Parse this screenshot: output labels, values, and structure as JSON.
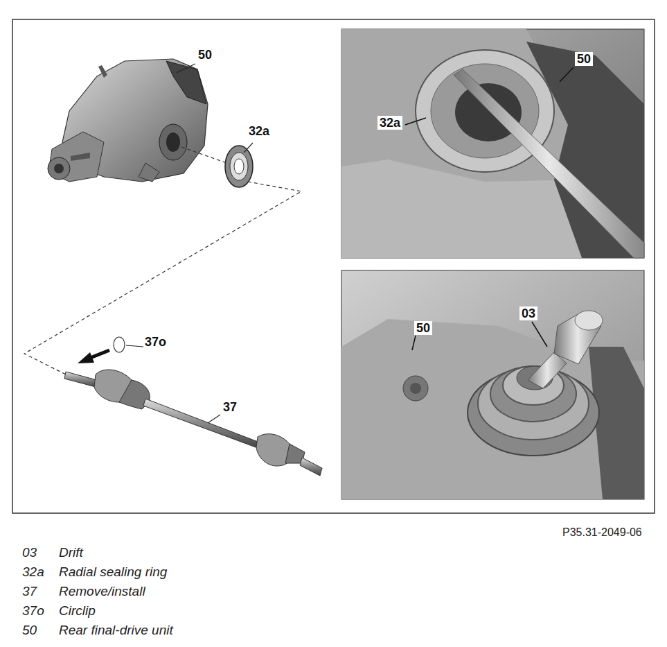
{
  "diagram": {
    "labels": [
      "50",
      "32a",
      "37o",
      "37",
      "50",
      "32a",
      "50",
      "03",
      "03",
      "32a",
      "37",
      "37o",
      "50",
      "P35.31-2049-06"
    ],
    "legend": [
      {
        "text": "Drift"
      },
      {
        "text": "Radial sealing ring"
      },
      {
        "text": "Remove/install"
      },
      {
        "text": "Circlip"
      },
      {
        "text": "Rear final-drive unit"
      }
    ]
  }
}
